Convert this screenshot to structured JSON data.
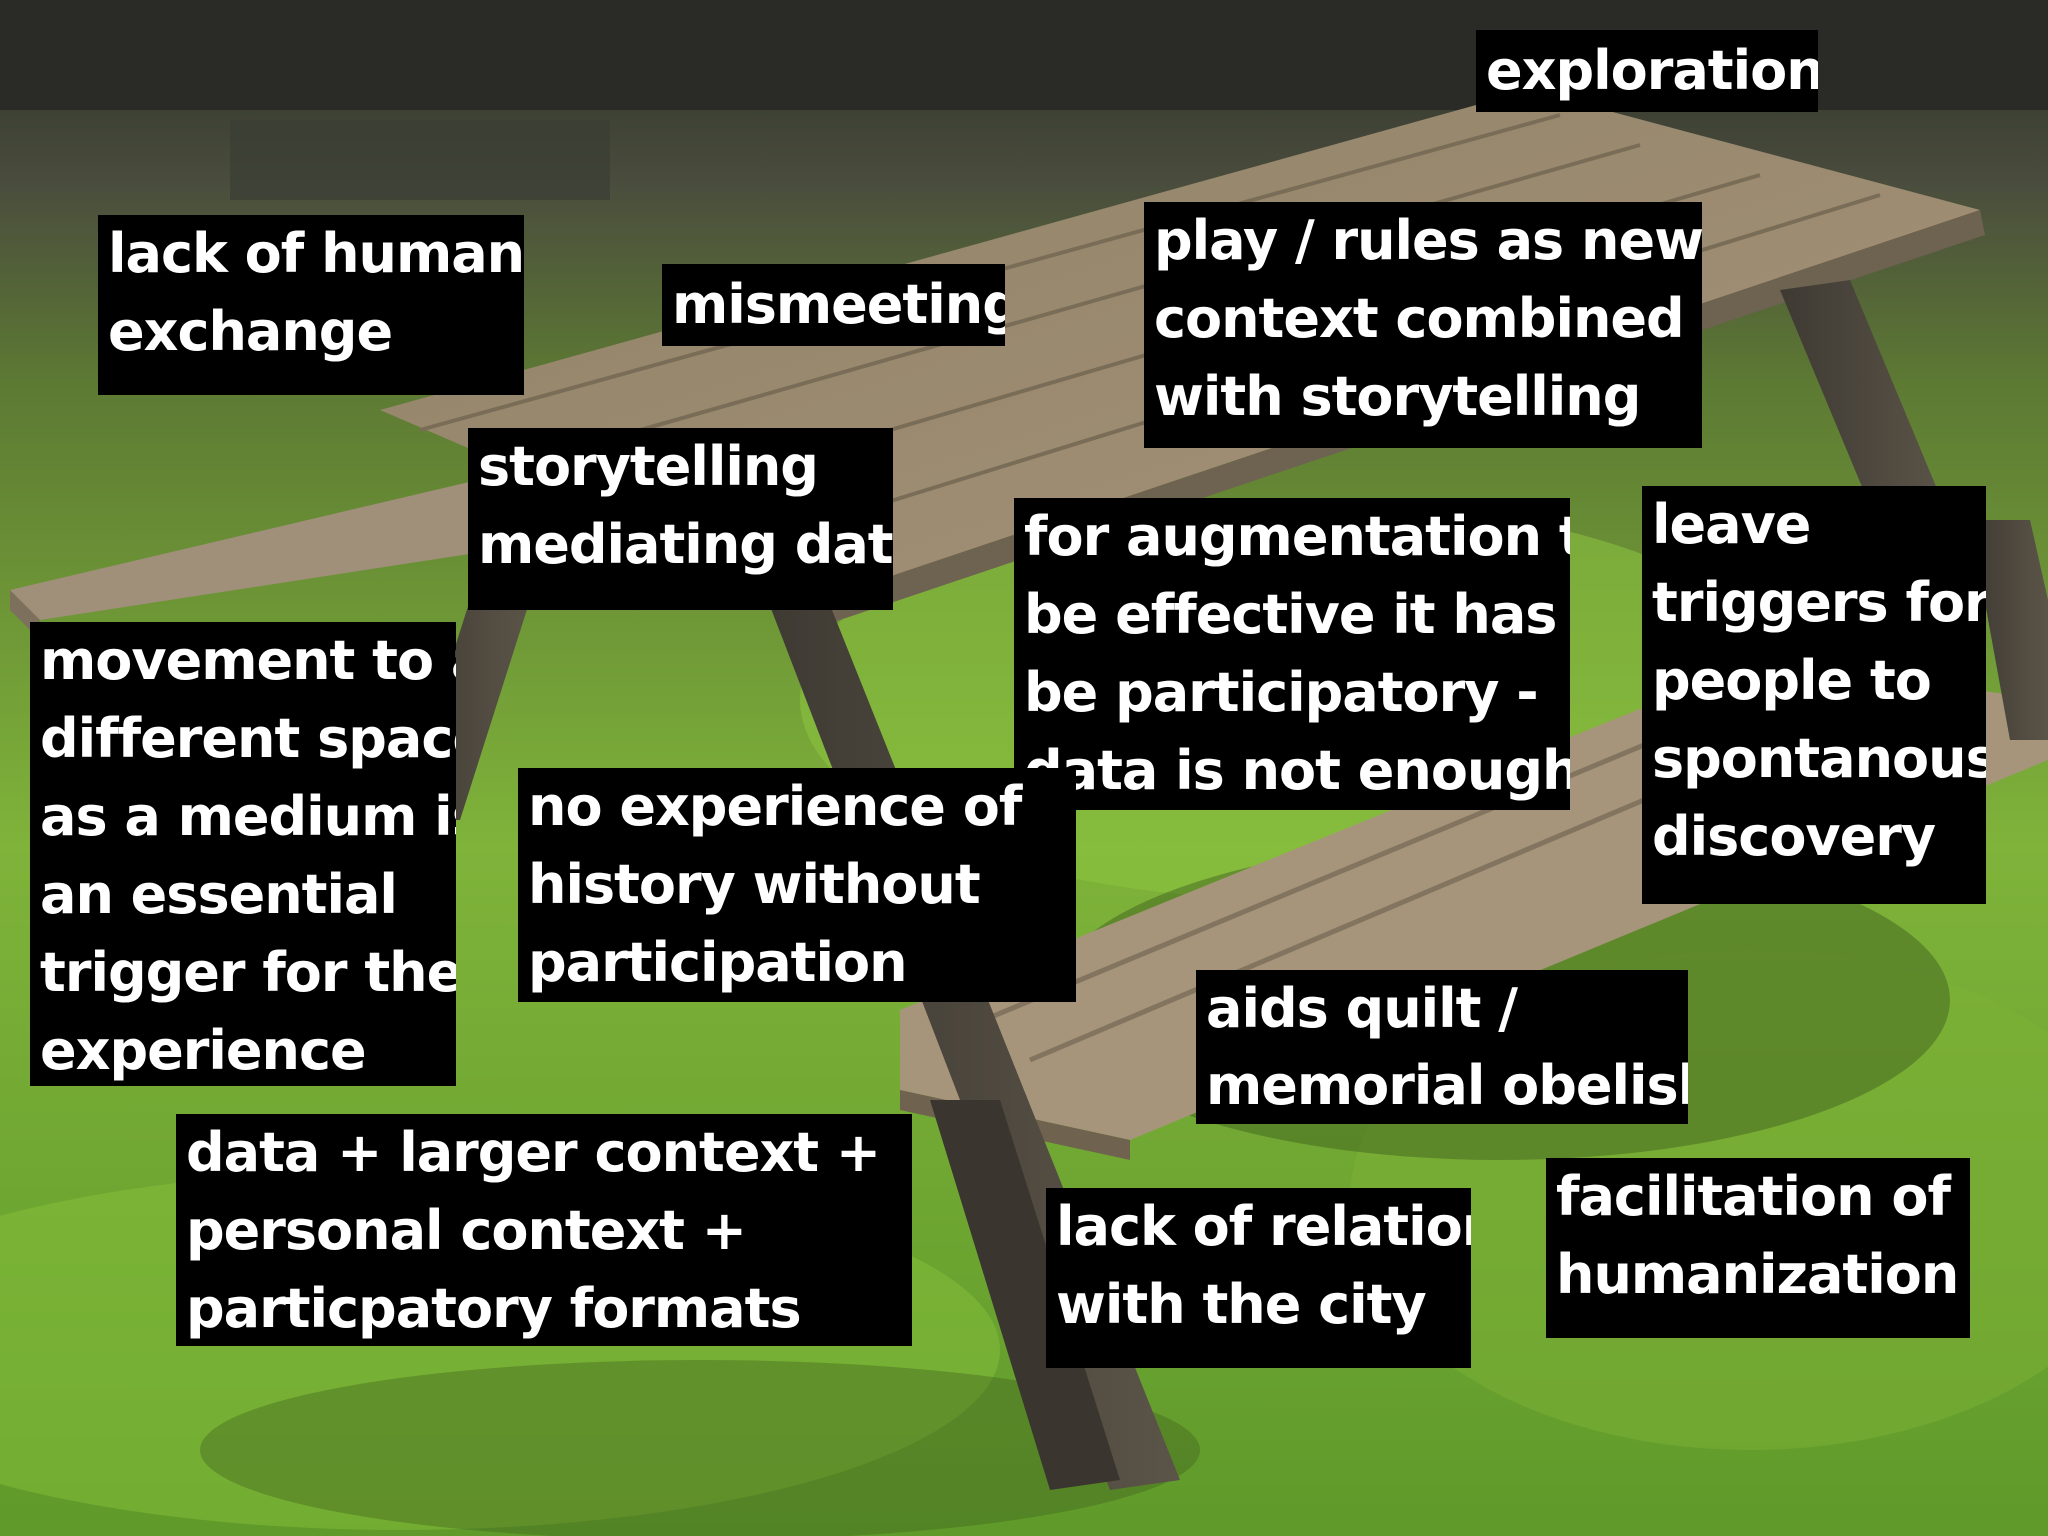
{
  "labels": [
    {
      "lines": [
        "exploration"
      ]
    },
    {
      "lines": [
        "lack of human",
        "exchange"
      ]
    },
    {
      "lines": [
        "mismeeting"
      ]
    },
    {
      "lines": [
        "play / rules as new",
        "context combined",
        "with storytelling"
      ]
    },
    {
      "lines": [
        "storytelling",
        "mediating data"
      ]
    },
    {
      "lines": [
        "for augmentation to",
        "be effective it has to",
        "be participatory -",
        "data is not enough"
      ]
    },
    {
      "lines": [
        "leave",
        "triggers for",
        "people to",
        "spontanous",
        "discovery"
      ]
    },
    {
      "lines": [
        "movement to a",
        "different space",
        "as a medium is",
        "an essential",
        "trigger for the",
        "experience"
      ]
    },
    {
      "lines": [
        "no experience of",
        "history without",
        "participation"
      ]
    },
    {
      "lines": [
        "aids quilt /",
        "memorial obelisk"
      ]
    },
    {
      "lines": [
        "data + larger context +",
        "personal context +",
        "particpatory formats"
      ]
    },
    {
      "lines": [
        "lack of relation",
        "with the city"
      ]
    },
    {
      "lines": [
        "facilitation of",
        "humanization"
      ]
    }
  ]
}
